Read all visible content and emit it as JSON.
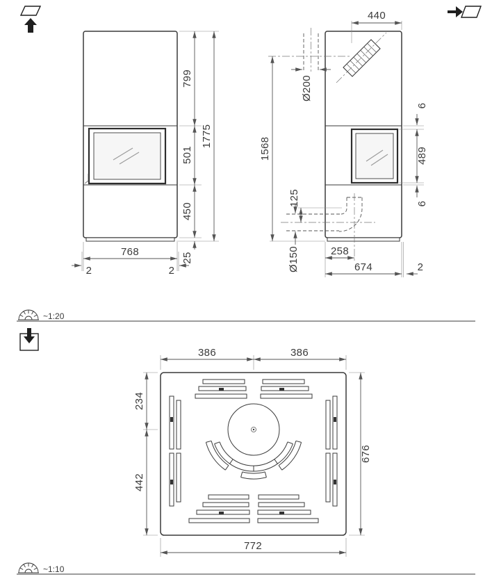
{
  "colors": {
    "line": "#3a3a3a",
    "dim": "#555555",
    "text": "#3a3a3a",
    "glass": "#f6f6f6"
  },
  "scale_labels": {
    "upper": "~1:20",
    "lower": "~1:10"
  },
  "icons": {
    "front_direction": "front-view-direction-icon",
    "side_direction": "side-view-direction-icon",
    "top_direction": "top-view-direction-icon",
    "scale_upper": "protractor-icon",
    "scale_lower": "protractor-icon"
  },
  "front_view": {
    "dims": {
      "top_section": "799",
      "door_section": "501",
      "base_section": "450",
      "total_height": "1775",
      "body_width": "768",
      "gap_left": "2",
      "gap_right": "2",
      "plinth_height": "25"
    }
  },
  "side_view": {
    "dims": {
      "flue_offset": "440",
      "flue_diameter": "Ø200",
      "flue_center_height": "1568",
      "gap_top": "6",
      "door_height": "489",
      "gap_bottom": "6",
      "rear_offset": "125",
      "rear_diameter": "Ø150",
      "rear_distance": "258",
      "body_depth": "674",
      "rear_gap": "2"
    }
  },
  "plan_view": {
    "dims": {
      "left_half_width": "386",
      "right_half_width": "386",
      "front_depth": "234",
      "rear_depth": "442",
      "total_depth": "676",
      "total_width": "772"
    }
  }
}
